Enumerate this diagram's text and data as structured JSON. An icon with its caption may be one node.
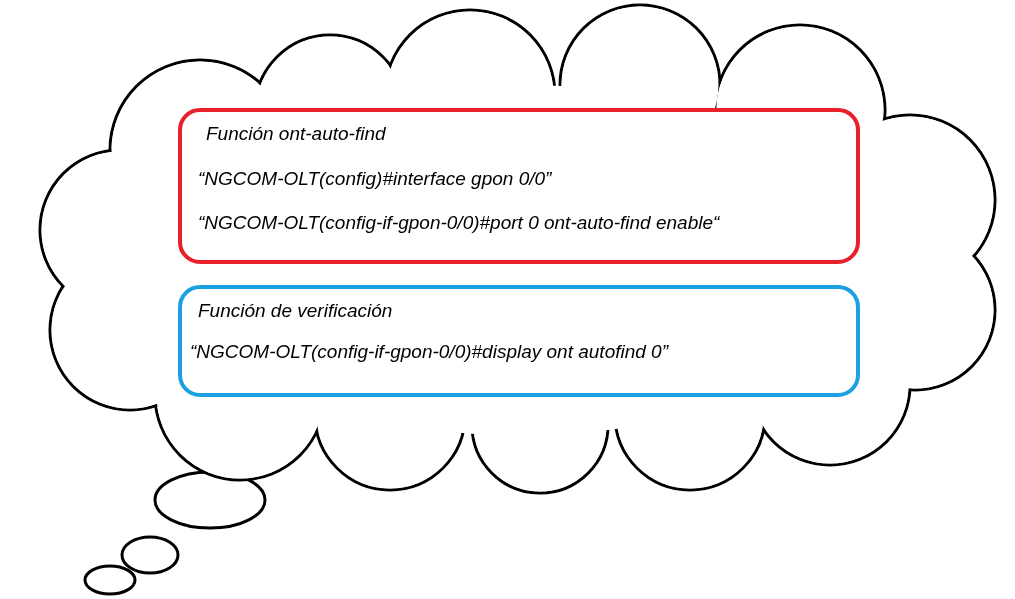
{
  "diagram": {
    "nodes": [
      {
        "text": [],
        "shape": "cloud"
      },
      {
        "text": [
          "Función ont-auto-find",
          "“NGCOM-OLT(config)#interface gpon 0/0”",
          "“NGCOM-OLT(config-if-gpon-0/0)#port 0 ont-auto-find enable“"
        ],
        "in": 0
      },
      {
        "text": [
          "Función de verificación",
          "“NGCOM-OLT(config-if-gpon-0/0)#display ont autofind 0”"
        ],
        "in": 0
      }
    ]
  }
}
